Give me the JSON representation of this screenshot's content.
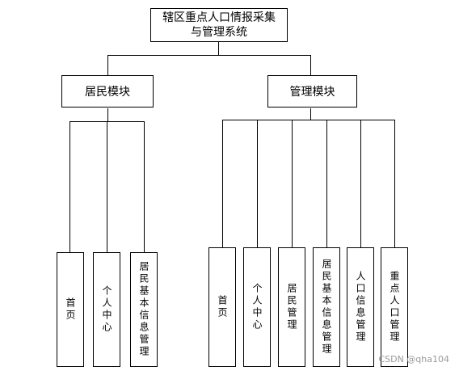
{
  "root": {
    "line1": "辖区重点人口情报采集",
    "line2": "与管理系统"
  },
  "modules": [
    {
      "label": "居民模块",
      "children": [
        "首页",
        "个人中心",
        "居民基本信息管理"
      ]
    },
    {
      "label": "管理模块",
      "children": [
        "首页",
        "个人中心",
        "居民管理",
        "居民基本信息管理",
        "人口信息管理",
        "重点人口管理"
      ]
    }
  ],
  "watermark": "CSDN @qha104"
}
